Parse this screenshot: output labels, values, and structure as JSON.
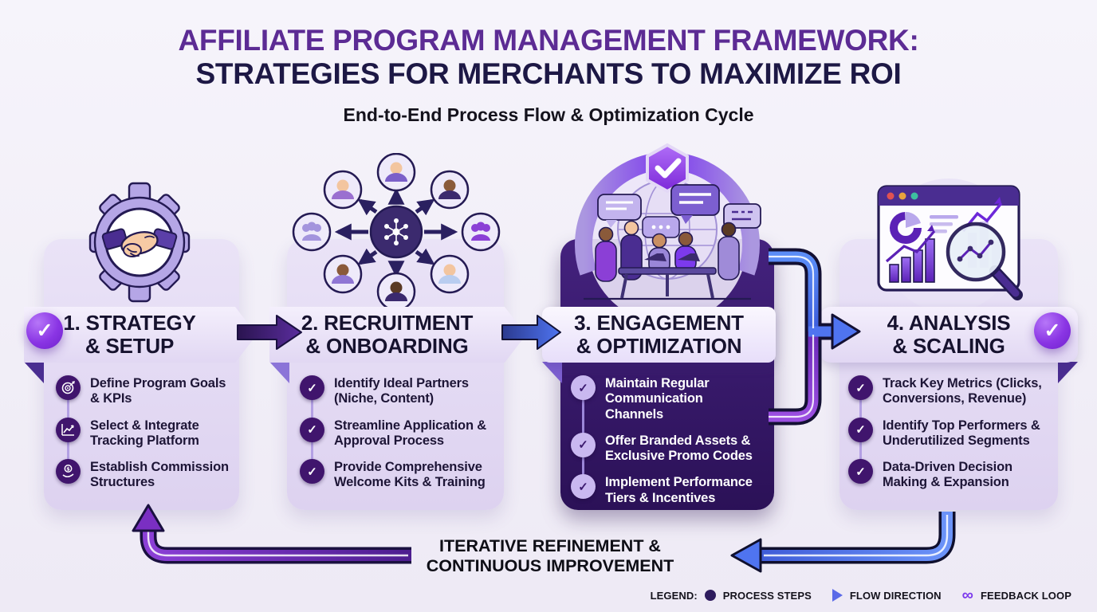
{
  "header": {
    "title1": "AFFILIATE PROGRAM MANAGEMENT FRAMEWORK:",
    "title2": "STRATEGIES FOR MERCHANTS TO MAXIMIZE ROI",
    "subtitle": "End-to-End Process Flow & Optimization Cycle"
  },
  "icons": {
    "check": "✓",
    "infinity": "∞"
  },
  "steps": [
    {
      "title1": "1. STRATEGY",
      "title2": "& SETUP",
      "icon": "gear-handshake-icon",
      "theme": "light",
      "bullets": [
        {
          "icon": "target-icon",
          "text": "Define Program Goals & KPIs"
        },
        {
          "icon": "tracking-chart-icon",
          "text": "Select & Integrate Tracking Platform"
        },
        {
          "icon": "commission-coin-icon",
          "text": "Establish Commission Structures"
        }
      ]
    },
    {
      "title1": "2. RECRUITMENT",
      "title2": "& ONBOARDING",
      "icon": "partner-network-icon",
      "theme": "light",
      "bullets": [
        {
          "icon": "check-icon",
          "text": "Identify Ideal Partners (Niche, Content)"
        },
        {
          "icon": "check-icon",
          "text": "Streamline Application & Approval Process"
        },
        {
          "icon": "check-icon",
          "text": "Provide Comprehensive Welcome Kits & Training"
        }
      ]
    },
    {
      "title1": "3. ENGAGEMENT",
      "title2": "& OPTIMIZATION",
      "icon": "team-collaboration-icon",
      "theme": "dark",
      "bullets": [
        {
          "icon": "check-icon",
          "text": "Maintain Regular Communication Channels"
        },
        {
          "icon": "check-icon",
          "text": "Offer Branded Assets & Exclusive Promo Codes"
        },
        {
          "icon": "check-icon",
          "text": "Implement Performance Tiers & Incentives"
        }
      ]
    },
    {
      "title1": "4. ANALYSIS",
      "title2": "& SCALING",
      "icon": "analytics-dashboard-icon",
      "theme": "light",
      "bullets": [
        {
          "icon": "check-icon",
          "text": "Track Key Metrics (Clicks, Conversions, Revenue)"
        },
        {
          "icon": "check-icon",
          "text": "Identify Top Performers & Underutilized Segments"
        },
        {
          "icon": "check-icon",
          "text": "Data-Driven Decision Making & Expansion"
        }
      ]
    }
  ],
  "feedback_loop": {
    "line1": "ITERATIVE REFINEMENT &",
    "line2": "CONTINUOUS IMPROVEMENT"
  },
  "legend": {
    "label": "LEGEND:",
    "items": [
      {
        "icon": "circle-icon",
        "text": "PROCESS STEPS"
      },
      {
        "icon": "triangle-icon",
        "text": "FLOW DIRECTION"
      },
      {
        "icon": "infinity-icon",
        "text": "FEEDBACK LOOP"
      }
    ]
  },
  "colors": {
    "background": "#f2eff7",
    "title_purple": "#5c2b94",
    "title_navy": "#1d1845",
    "card_light": "#e4dbf4",
    "card_dark": "#371a63",
    "band_light": "#ece5f8",
    "check_circle": "#8a35e4",
    "bullet_circle_dark": "#40156d",
    "bullet_circle_light": "#c9b8f0",
    "flow_arrow_purple": "#4a2d91",
    "flow_arrow_blue": "#4c6ef5",
    "loop_purple": "#7a2fc2",
    "loop_blue": "#4f74f0"
  }
}
